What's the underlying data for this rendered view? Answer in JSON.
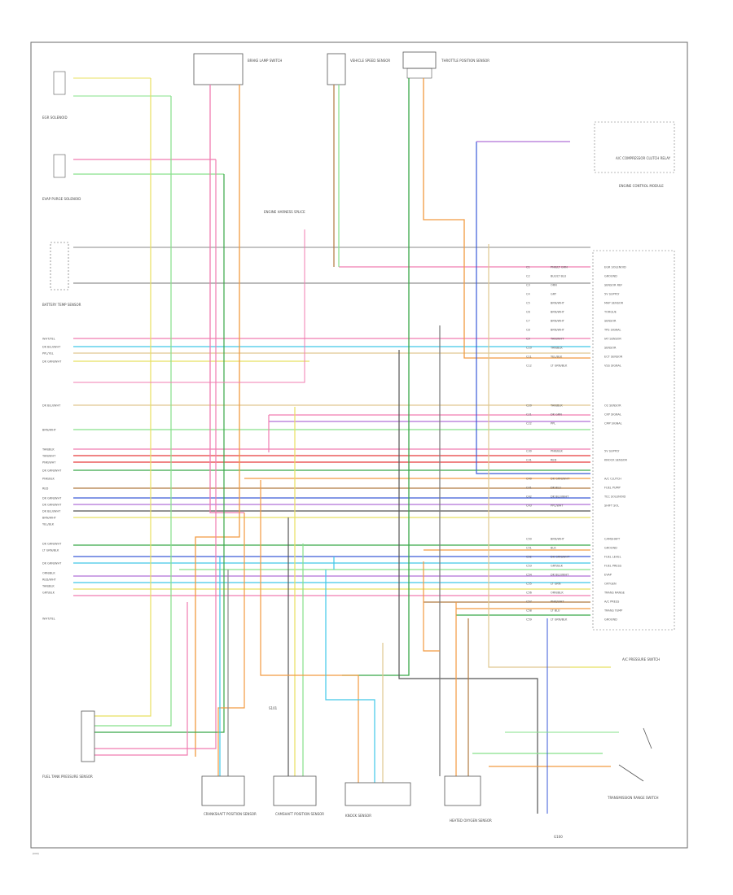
{
  "page": {
    "footer_code": "(xxx)"
  },
  "components": {
    "brake_lamp_switch": "BRAKE LAMP SWITCH",
    "vehicle_speed_sensor": "VEHICLE SPEED SENSOR",
    "throttle_position_sensor": "THROTTLE POSITION SENSOR",
    "egr_solenoid": "EGR SOLENOID",
    "evap_solenoid": "EVAP PURGE SOLENOID",
    "battery_temp_sensor": "BATTERY TEMP SENSOR",
    "ac_compressor_relay": "A/C COMPRESSOR CLUTCH RELAY",
    "engine_control_module": "ENGINE CONTROL MODULE",
    "ground_harness": "ENGINE HARNESS SPLICE",
    "fuel_tank_sensor": "FUEL TANK PRESSURE SENSOR",
    "crankshaft_sensor": "CRANKSHAFT POSITION SENSOR",
    "camshaft_sensor": "CAMSHAFT POSITION SENSOR",
    "knock_sensor": "KNOCK SENSOR",
    "oxygen_sensor": "HEATED OXYGEN SENSOR",
    "ac_pressure_switch": "A/C PRESSURE SWITCH",
    "trans_range_switch": "TRANSMISSION RANGE SWITCH",
    "ground_label": "G100",
    "junction_label": "S101"
  },
  "ecm_pins": [
    {
      "code": "C1",
      "wire": "PNK/LT GRN",
      "desc": "EGR SOLENOID"
    },
    {
      "code": "C2",
      "wire": "BLK/LT BLU",
      "desc": "GROUND"
    },
    {
      "code": "C3",
      "wire": "ORN",
      "desc": "SENSOR REF"
    },
    {
      "code": "C4",
      "wire": "GRY",
      "desc": "5V SUPPLY"
    },
    {
      "code": "C5",
      "wire": "BRN/WHT",
      "desc": "MAP SENSOR"
    },
    {
      "code": "C6",
      "wire": "BRN/WHT",
      "desc": "TORQUE"
    },
    {
      "code": "C7",
      "wire": "BRN/WHT",
      "desc": "SENSOR"
    },
    {
      "code": "C8",
      "wire": "BRN/WHT",
      "desc": "TPS SIGNAL"
    },
    {
      "code": "C9",
      "wire": "TAN/WHT",
      "desc": "IAT SENSOR"
    },
    {
      "code": "C10",
      "wire": "TAN/BLK",
      "desc": "SENSOR"
    },
    {
      "code": "C11",
      "wire": "YEL/BLK",
      "desc": "ECT SENSOR"
    },
    {
      "code": "C12",
      "wire": "LT GRN/BLK",
      "desc": "VSS SIGNAL"
    },
    {
      "code": "C20",
      "wire": "TAN/BLK",
      "desc": "O2 SENSOR"
    },
    {
      "code": "C21",
      "wire": "DK GRN",
      "desc": "CKP SIGNAL"
    },
    {
      "code": "C22",
      "wire": "PPL",
      "desc": "CMP SIGNAL"
    },
    {
      "code": "C30",
      "wire": "PNK/BLK",
      "desc": "5V SUPPLY"
    },
    {
      "code": "C31",
      "wire": "RED",
      "desc": "KNOCK SENSOR"
    },
    {
      "code": "C40",
      "wire": "DK GRN/WHT",
      "desc": "A/C CLUTCH"
    },
    {
      "code": "C41",
      "wire": "DK BLU",
      "desc": "FUEL PUMP"
    },
    {
      "code": "C42",
      "wire": "DK BLU/WHT",
      "desc": "TCC SOLENOID"
    },
    {
      "code": "C43",
      "wire": "PPL/WHT",
      "desc": "SHIFT SOL"
    },
    {
      "code": "C50",
      "wire": "BRN/WHT",
      "desc": "CAMSHAFT"
    },
    {
      "code": "C51",
      "wire": "BLK",
      "desc": "GROUND"
    },
    {
      "code": "C52",
      "wire": "DK GRN/WHT",
      "desc": "FUEL LEVEL"
    },
    {
      "code": "C53",
      "wire": "GRY/BLK",
      "desc": "FUEL PRESS"
    },
    {
      "code": "C54",
      "wire": "DK BLU/WHT",
      "desc": "EVAP"
    },
    {
      "code": "C55",
      "wire": "LT GRN",
      "desc": "OXYGEN"
    },
    {
      "code": "C56",
      "wire": "ORN/BLK",
      "desc": "TRANS RANGE"
    },
    {
      "code": "C57",
      "wire": "PNK/WHT",
      "desc": "A/C PRESS"
    },
    {
      "code": "C58",
      "wire": "LT BLU",
      "desc": "TRANS TEMP"
    },
    {
      "code": "C59",
      "wire": "LT GRN/BLK",
      "desc": "GROUND"
    }
  ],
  "left_wires": [
    "WHT/YEL",
    "DK BLU/WHT",
    "PPL/YEL",
    "DK GRN/WHT",
    "DK BLU/WHT",
    "BRN/WHT",
    "TAN/BLK",
    "TAN/WHT",
    "PNK/WHT",
    "DK GRN/WHT",
    "PNK/BLK",
    "RED",
    "DK GRN/WHT",
    "DK GRN/WHT",
    "DK BLU/WHT",
    "BRN/WHT",
    "YEL/BLK",
    "DK GRN/WHT",
    "LT GRN/BLK",
    "DK GRN/WHT",
    "ORN/BLK",
    "RED/WHT",
    "TAN/BLK",
    "GRY/BLK",
    "WHT/YEL"
  ]
}
